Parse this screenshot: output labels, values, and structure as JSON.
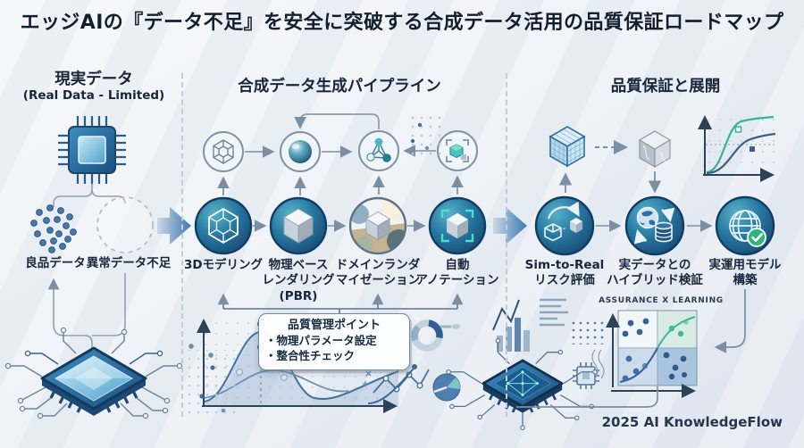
{
  "title": "エッジAIの『データ不足』を安全に突破する合成データ活用の品質保証ロードマップ",
  "footer": "2025 AI KnowledgeFlow",
  "sections": {
    "real": {
      "header": "現実データ",
      "subheader": "(Real Data - Limited)",
      "good_label": "良品データ",
      "anomaly_label": "異常データ不足"
    },
    "pipeline": {
      "header": "合成データ生成パイプライン",
      "stages": [
        {
          "label": "3Dモデリング"
        },
        {
          "label": "物理ベース\nレンダリング\n(PBR)"
        },
        {
          "label": "ドメインランダ\nマイゼーション"
        },
        {
          "label": "自動\nアノテーション"
        }
      ]
    },
    "qa": {
      "header": "品質保証と展開",
      "stages": [
        {
          "label": "Sim-to-Real\nリスク評価"
        },
        {
          "label": "実データとの\nハイブリッド検証"
        },
        {
          "label": "実運用モデル\n構築"
        }
      ],
      "matrix_caption": "ASSURANCE X LEARNING"
    }
  },
  "callout": {
    "title": "品質管理ポイント",
    "items": [
      "・物理パラメータ設定",
      "・整合性チェック"
    ]
  },
  "colors": {
    "accent_blue": "#1f5a8c",
    "teal_green": "#35b593",
    "check_green": "#2fb57c",
    "navy_text": "#18253a"
  }
}
